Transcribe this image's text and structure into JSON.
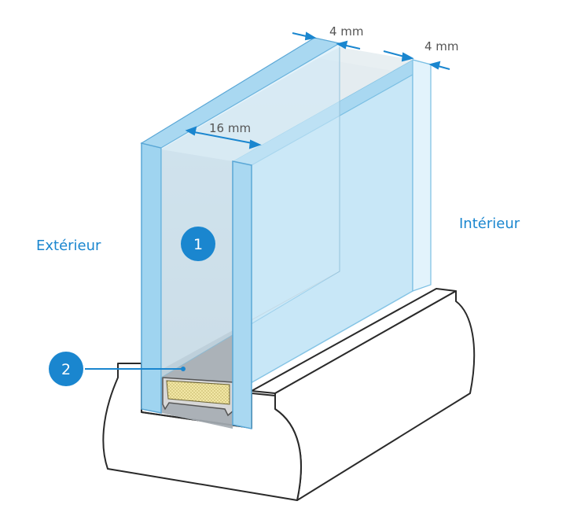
{
  "labels": {
    "exterior": "Extérieur",
    "interior": "Intérieur",
    "dim_outer_glass": "4 mm",
    "dim_inner_glass": "4 mm",
    "dim_gap": "16 mm"
  },
  "callouts": [
    {
      "number": "1"
    },
    {
      "number": "2"
    }
  ],
  "colors": {
    "accent": "#1a86cf",
    "glass": "#bfe3f5",
    "glass_edge": "#6fb4dc",
    "gas_gap": "#c2cdd6",
    "frame_stroke": "#2a2a2a",
    "spacer_fill": "#f2e7a5"
  }
}
